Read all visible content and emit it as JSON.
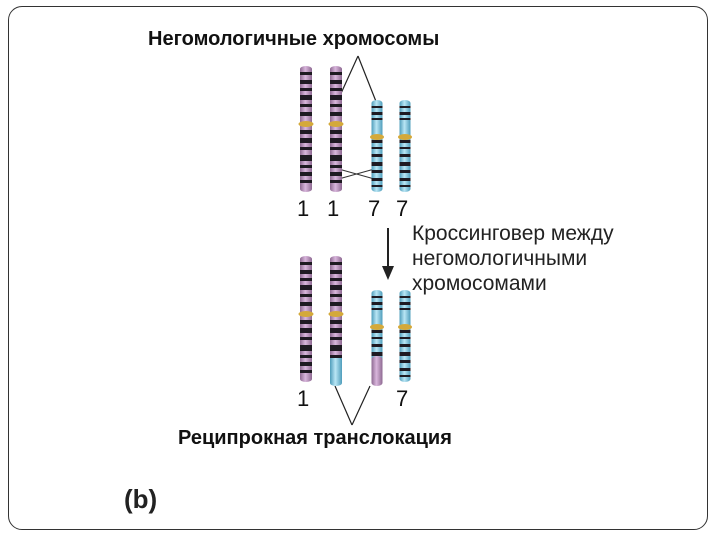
{
  "labels": {
    "top_title": "Негомологичные хромосомы",
    "crossover_lines": [
      "Кроссинговер между",
      "негомологичными",
      "хромосомами"
    ],
    "bottom_title": "Реципрокная транслокация",
    "panel": "(b)"
  },
  "numbers_top": [
    "1",
    "1",
    "7",
    "7"
  ],
  "numbers_bottom": [
    "1",
    "7"
  ],
  "colors": {
    "chromosome1": "#b58ab8",
    "chromosome7": "#7fc4dd",
    "band": "#1e1a22",
    "centromere": "#d4a93a",
    "line": "#222222"
  }
}
